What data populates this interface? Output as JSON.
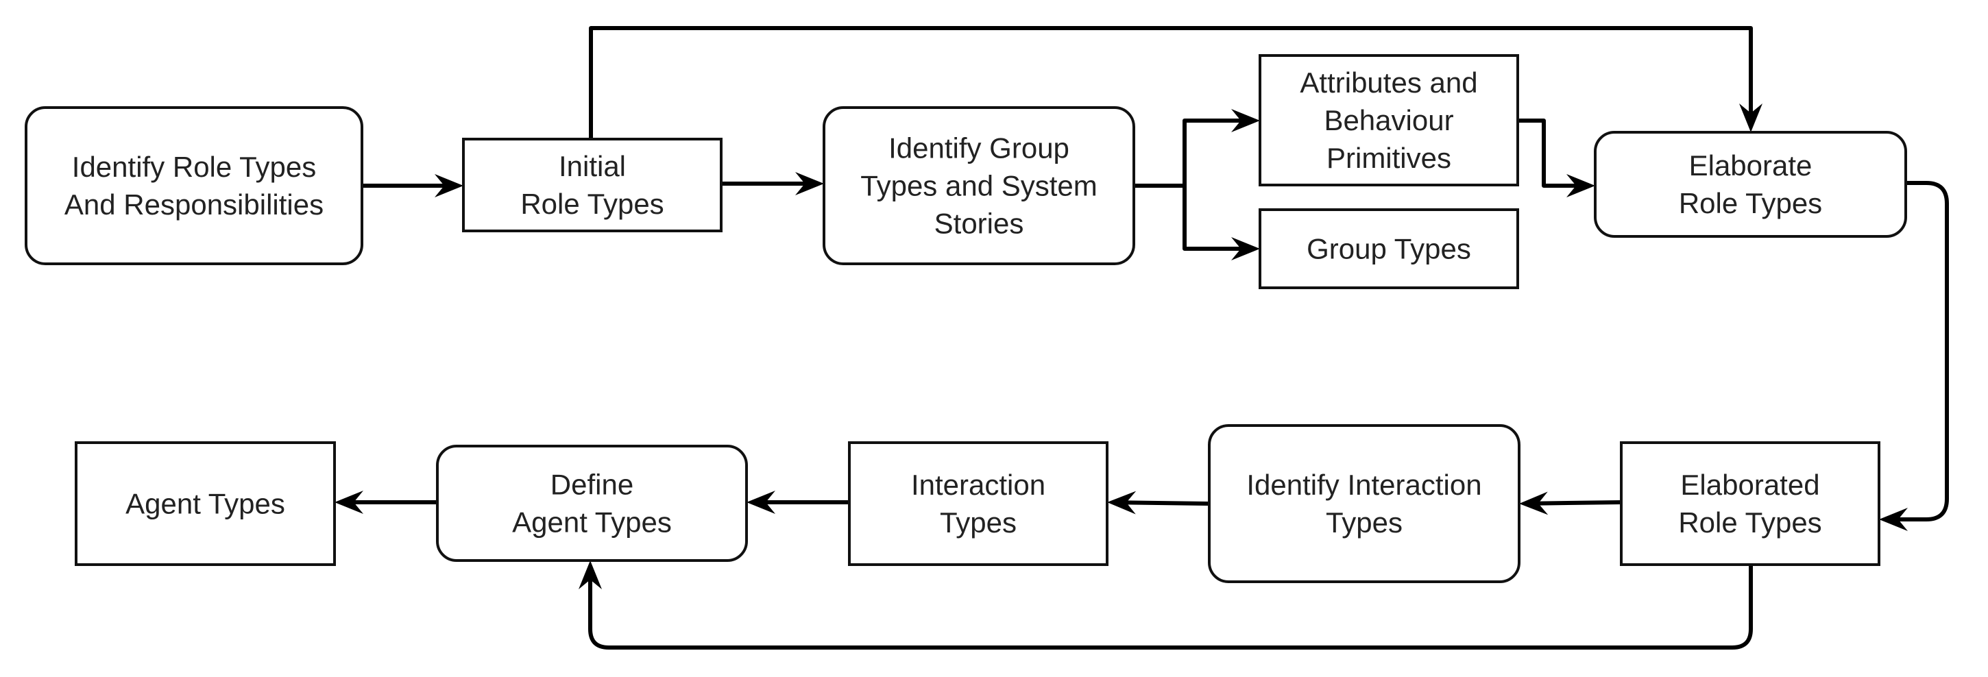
{
  "diagram": {
    "nodes": [
      {
        "id": "identify-role-types",
        "shape": "rounded",
        "lines": [
          "Identify Role Types",
          "And Responsibilities"
        ]
      },
      {
        "id": "initial-role-types",
        "shape": "rect",
        "lines": [
          "Initial",
          "Role Types"
        ]
      },
      {
        "id": "identify-group-types",
        "shape": "rounded",
        "lines": [
          "Identify Group",
          "Types and System",
          "Stories"
        ]
      },
      {
        "id": "attributes-behaviour",
        "shape": "rect",
        "lines": [
          "Attributes and",
          "Behaviour",
          "Primitives"
        ]
      },
      {
        "id": "group-types",
        "shape": "rect",
        "lines": [
          "Group Types"
        ]
      },
      {
        "id": "elaborate-role-types",
        "shape": "rounded",
        "lines": [
          "Elaborate",
          "Role Types"
        ]
      },
      {
        "id": "elaborated-role-types",
        "shape": "rect",
        "lines": [
          "Elaborated",
          "Role Types"
        ]
      },
      {
        "id": "identify-interaction-types",
        "shape": "rounded",
        "lines": [
          "Identify Interaction",
          "Types"
        ]
      },
      {
        "id": "interaction-types",
        "shape": "rect",
        "lines": [
          "Interaction",
          "Types"
        ]
      },
      {
        "id": "define-agent-types",
        "shape": "rounded",
        "lines": [
          "Define",
          "Agent Types"
        ]
      },
      {
        "id": "agent-types",
        "shape": "rect",
        "lines": [
          "Agent Types"
        ]
      }
    ],
    "edges": [
      {
        "from": "identify-role-types",
        "to": "initial-role-types"
      },
      {
        "from": "initial-role-types",
        "to": "identify-group-types"
      },
      {
        "from": "initial-role-types",
        "to": "elaborate-role-types"
      },
      {
        "from": "identify-group-types",
        "to": "attributes-behaviour"
      },
      {
        "from": "identify-group-types",
        "to": "group-types"
      },
      {
        "from": "attributes-behaviour",
        "to": "elaborate-role-types"
      },
      {
        "from": "elaborate-role-types",
        "to": "elaborated-role-types"
      },
      {
        "from": "elaborated-role-types",
        "to": "identify-interaction-types"
      },
      {
        "from": "elaborated-role-types",
        "to": "define-agent-types"
      },
      {
        "from": "identify-interaction-types",
        "to": "interaction-types"
      },
      {
        "from": "interaction-types",
        "to": "define-agent-types"
      },
      {
        "from": "define-agent-types",
        "to": "agent-types"
      }
    ]
  }
}
